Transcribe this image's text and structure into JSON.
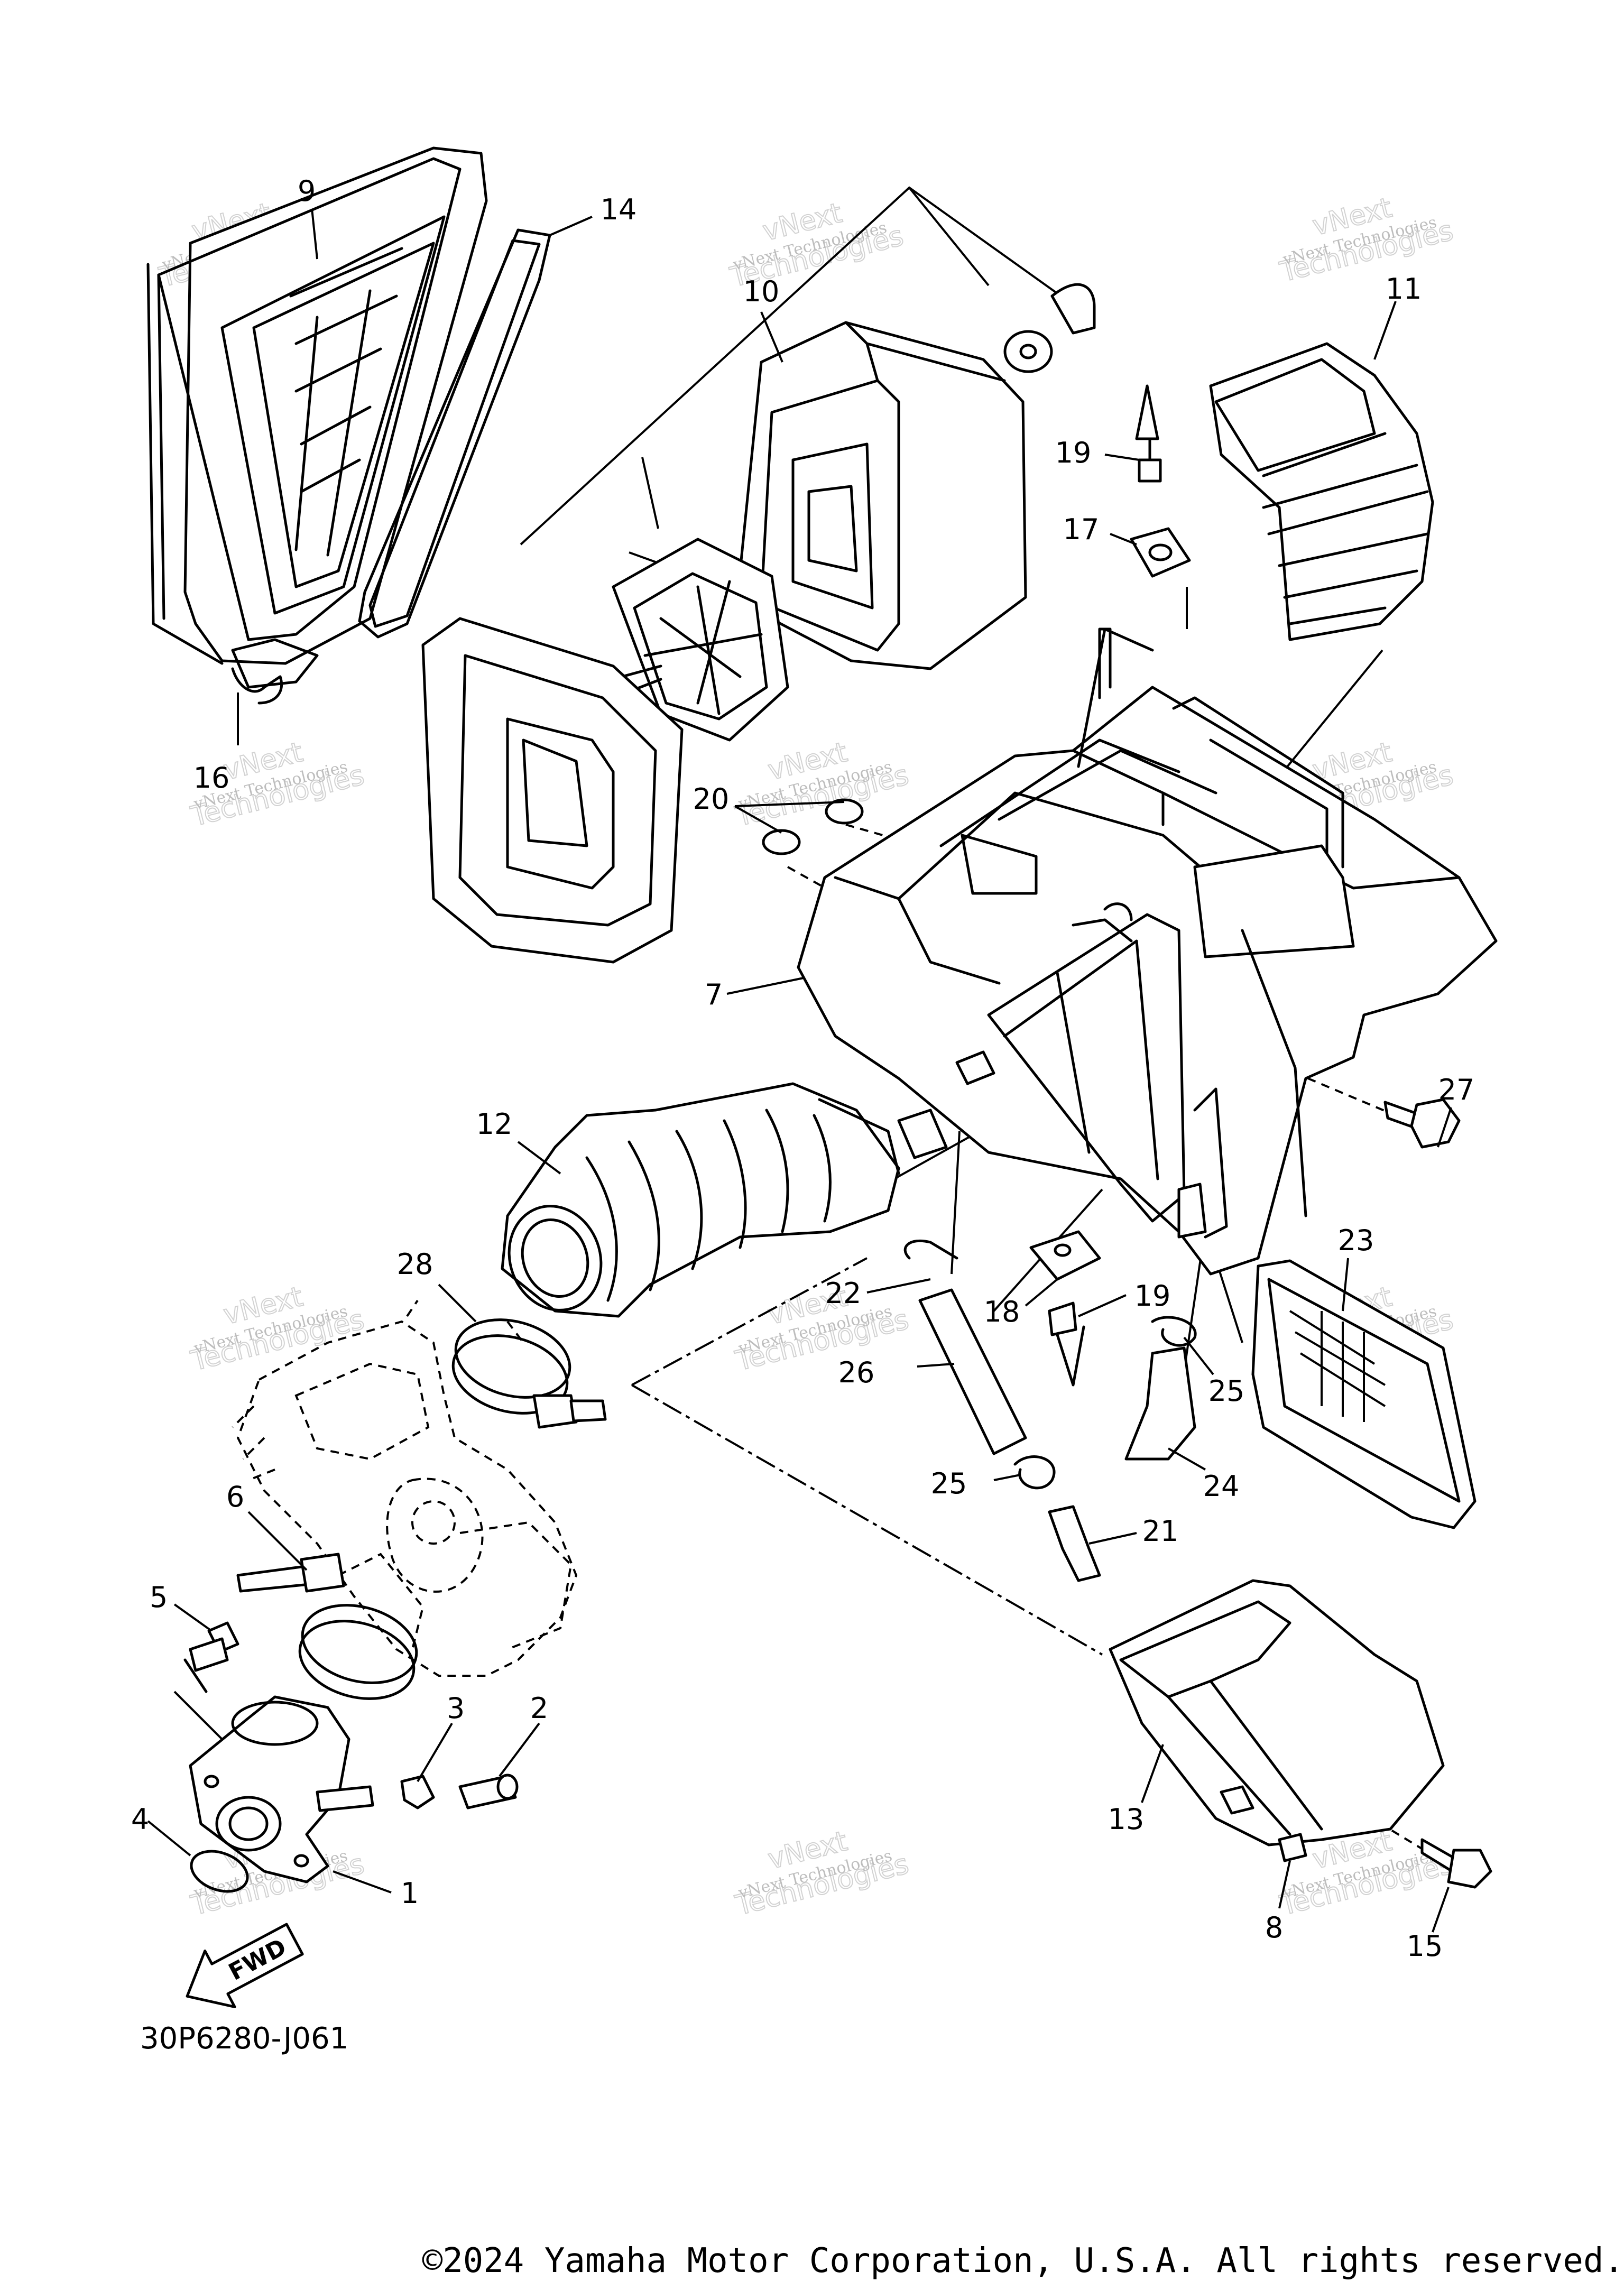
{
  "diagram_code": "30P6280-J061",
  "copyright": "©2024 Yamaha Motor Corporation, U.S.A. All rights reserved.",
  "fwd_label": "FWD",
  "watermark": {
    "line1": "vNext Technologies",
    "line2": "vNext",
    "line3": "Technologies"
  },
  "callouts": {
    "c1": "1",
    "c2": "2",
    "c3": "3",
    "c4": "4",
    "c5": "5",
    "c6": "6",
    "c7": "7",
    "c8": "8",
    "c9": "9",
    "c10": "10",
    "c11": "11",
    "c12": "12",
    "c13": "13",
    "c14": "14",
    "c15": "15",
    "c16": "16",
    "c17": "17",
    "c18": "18",
    "c19a": "19",
    "c19b": "19",
    "c20": "20",
    "c21": "21",
    "c22": "22",
    "c23": "23",
    "c24": "24",
    "c25a": "25",
    "c25b": "25",
    "c26": "26",
    "c27": "27",
    "c28": "28"
  }
}
